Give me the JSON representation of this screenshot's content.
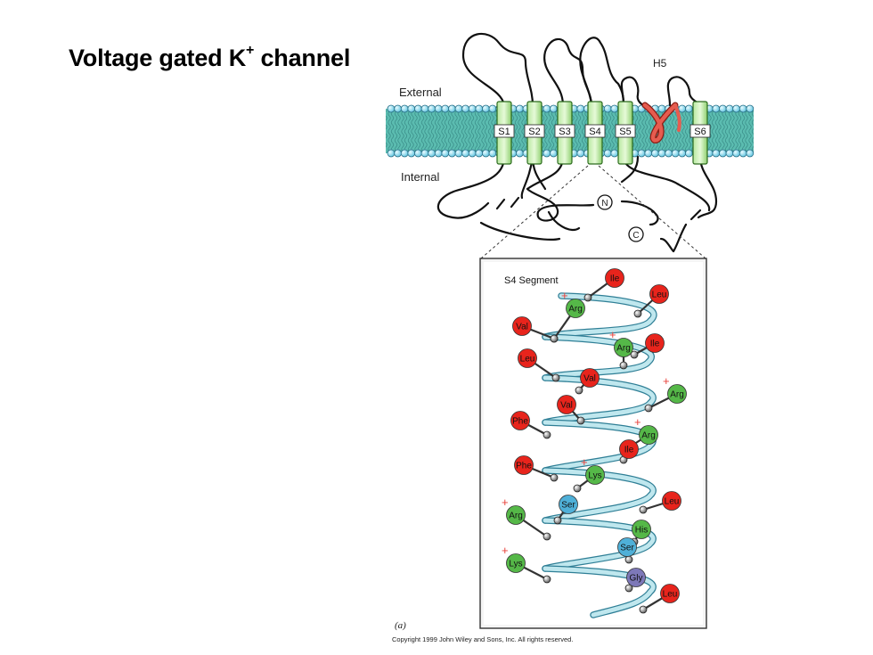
{
  "title": {
    "main": "Voltage gated K",
    "sup": "+",
    "rest": " channel"
  },
  "labels": {
    "external": "External",
    "internal": "Internal",
    "h5": "H5",
    "n_terminus": "N",
    "c_terminus": "C",
    "s4_segment": "S4 Segment",
    "panel": "(a)",
    "copyright": "Copyright 1999 John Wiley and Sons, Inc. All rights reserved."
  },
  "segments": [
    "S1",
    "S2",
    "S3",
    "S4",
    "S5",
    "S6"
  ],
  "residue_colors": {
    "hydrophobic": "#e8241c",
    "positive": "#55b848",
    "polar": "#4fb0d8",
    "glycine": "#7d78b8"
  },
  "residues": [
    {
      "name": "Ile",
      "type": "hydrophobic",
      "charge": ""
    },
    {
      "name": "Leu",
      "type": "hydrophobic",
      "charge": ""
    },
    {
      "name": "Arg",
      "type": "positive",
      "charge": "+"
    },
    {
      "name": "Val",
      "type": "hydrophobic",
      "charge": ""
    },
    {
      "name": "Ile",
      "type": "hydrophobic",
      "charge": ""
    },
    {
      "name": "Arg",
      "type": "positive",
      "charge": "+"
    },
    {
      "name": "Leu",
      "type": "hydrophobic",
      "charge": ""
    },
    {
      "name": "Val",
      "type": "hydrophobic",
      "charge": ""
    },
    {
      "name": "Arg",
      "type": "positive",
      "charge": "+"
    },
    {
      "name": "Val",
      "type": "hydrophobic",
      "charge": ""
    },
    {
      "name": "Phe",
      "type": "hydrophobic",
      "charge": ""
    },
    {
      "name": "Arg",
      "type": "positive",
      "charge": "+"
    },
    {
      "name": "Ile",
      "type": "hydrophobic",
      "charge": ""
    },
    {
      "name": "Phe",
      "type": "hydrophobic",
      "charge": ""
    },
    {
      "name": "Lys",
      "type": "positive",
      "charge": "+"
    },
    {
      "name": "Ser",
      "type": "polar",
      "charge": ""
    },
    {
      "name": "Leu",
      "type": "hydrophobic",
      "charge": ""
    },
    {
      "name": "Arg",
      "type": "positive",
      "charge": "+"
    },
    {
      "name": "His",
      "type": "positive",
      "charge": ""
    },
    {
      "name": "Ser",
      "type": "polar",
      "charge": ""
    },
    {
      "name": "Lys",
      "type": "positive",
      "charge": "+"
    },
    {
      "name": "Gly",
      "type": "glycine",
      "charge": ""
    },
    {
      "name": "Leu",
      "type": "hydrophobic",
      "charge": ""
    }
  ]
}
